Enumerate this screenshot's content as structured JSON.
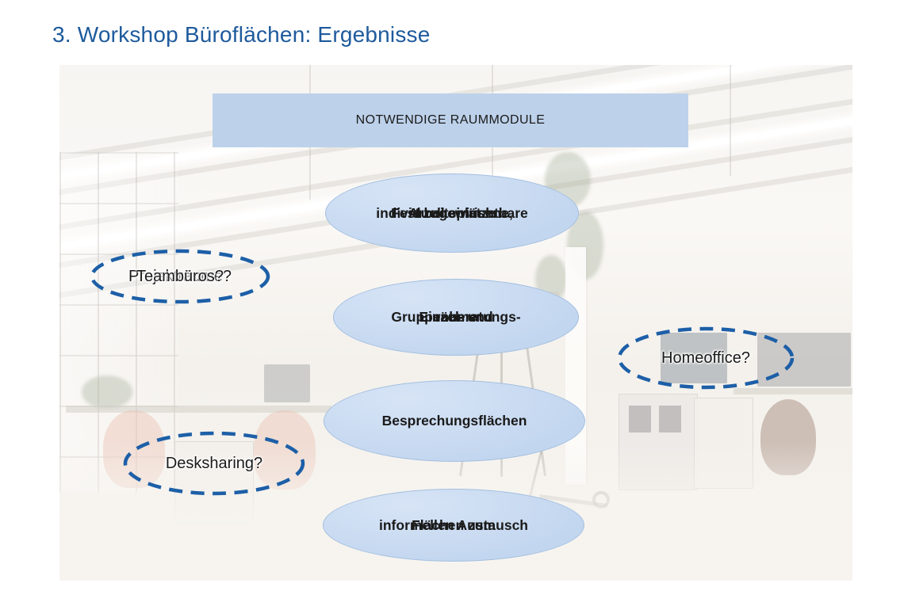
{
  "slide": {
    "title": "3. Workshop Büroflächen: Ergebnisse"
  },
  "colors": {
    "title_text": "#1e5a9c",
    "header_fill": "#bdd1ea",
    "module_fill": "#c2d6ef",
    "module_fill_light": "#d7e4f6",
    "module_border": "#a3bfe0",
    "question_border": "#1d5fa7",
    "body_text": "#1a1a1a"
  },
  "header": {
    "label": "NOTWENDIGE RAUMMODULE"
  },
  "modules": [
    {
      "lines": [
        "Fest zugewiesene,",
        "individuell einrichtbare",
        "Arbeitsplätze"
      ]
    },
    {
      "lines": [
        "Einzel- und",
        "Gruppenberatungs-",
        "räume"
      ]
    },
    {
      "lines": [
        "Besprechungsflächen"
      ]
    },
    {
      "lines": [
        "Flächen zum",
        "informellen Austausch"
      ]
    }
  ],
  "questions": [
    {
      "lines": [
        "Projekträume?",
        "Teambüros?"
      ]
    },
    {
      "lines": [
        "Homeoffice?"
      ]
    },
    {
      "lines": [
        "Desksharing?"
      ]
    }
  ]
}
